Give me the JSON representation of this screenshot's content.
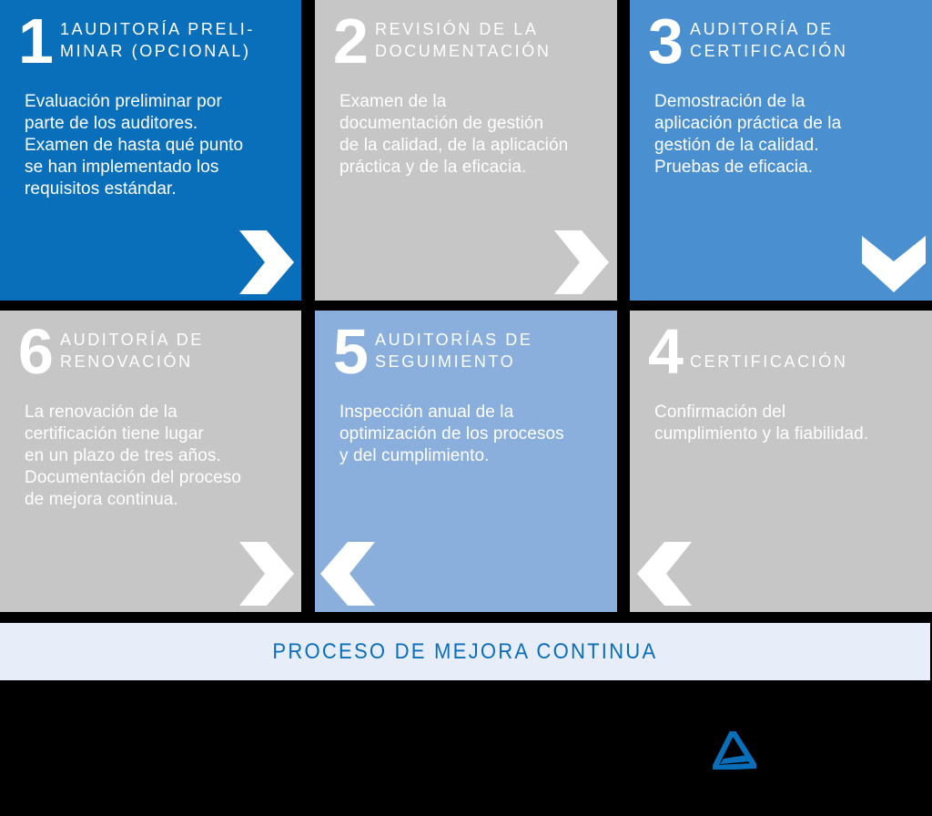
{
  "steps": [
    {
      "number": "1",
      "title": "1AUDITORÍA PRELI-\nMINAR (OPCIONAL)",
      "body": "Evaluación preliminar por\nparte de los auditores.\nExamen de hasta qué punto\nse han implementado los\nrequisitos estándar.",
      "arrow": "chevron-right",
      "color": "#0a6fbb"
    },
    {
      "number": "2",
      "title": "REVISIÓN DE LA\nDOCUMENTACIÓN",
      "body": "Examen de la\ndocumentación de gestión\nde la calidad, de la aplicación\npráctica y de la eficacia.",
      "arrow": "chevron-right",
      "color": "#c6c6c6"
    },
    {
      "number": "3",
      "title": "AUDITORÍA DE\nCERTIFICACIÓN",
      "body": "Demostración de la\naplicación práctica de la\ngestión de la calidad.\nPruebas de eficacia.",
      "arrow": "chevron-down",
      "color": "#4a90d1"
    },
    {
      "number": "4",
      "title": "CERTIFICACIÓN",
      "body": "Confirmación del\ncumplimiento y la fiabilidad.",
      "arrow": "chevron-left",
      "color": "#c6c6c6"
    },
    {
      "number": "5",
      "title": "AUDITORÍAS DE\nSEGUIMIENTO",
      "body": "Inspección anual de la\noptimización de los procesos\ny del cumplimiento.",
      "arrow": "chevron-left",
      "color": "#8aafdc"
    },
    {
      "number": "6",
      "title": "AUDITORÍA DE\nRENOVACIÓN",
      "body": "La renovación de la\ncertificación tiene lugar\nen un plazo de tres años.\nDocumentación del proceso\nde mejora continua.",
      "arrow": "chevron-right",
      "color": "#c6c6c6"
    }
  ],
  "banner": {
    "label": "PROCESO DE MEJORA CONTINUA"
  },
  "logo": {
    "icon": "triangle-logo-icon",
    "color": "#0a6fbb"
  }
}
